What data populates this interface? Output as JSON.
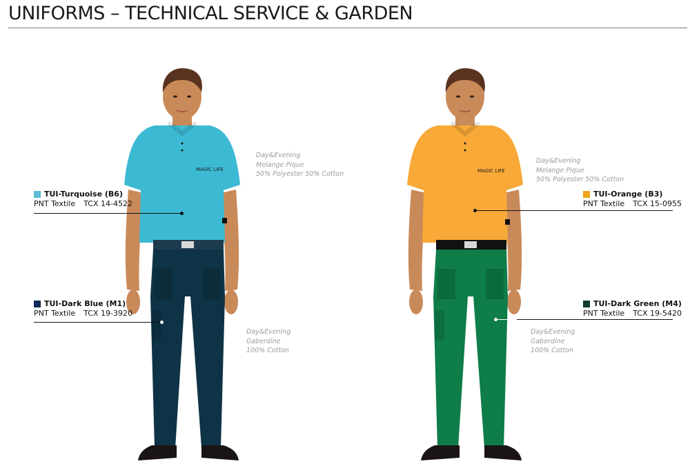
{
  "title": "UNIFORMS – TECHNICAL SERVICE & GARDEN",
  "figures": [
    {
      "shirt_logo": "MAGIC LIFE",
      "shirt_color": "#3dbad3",
      "pants_color": "#0f3346",
      "belt_color": "#1e3a4f",
      "top_fabric": [
        "Day&Evening",
        "Melange Pique",
        "50% Polyester 50% Cotton"
      ],
      "bottom_fabric": [
        "Day&Evening",
        "Gaberdine",
        "100% Cotton"
      ],
      "top_spec": {
        "name": "TUI-Turquoise (B6)",
        "supplier": "PNT Textile",
        "code": "TCX 14-4522",
        "swatch": "#5bbcd6"
      },
      "bottom_spec": {
        "name": "TUI-Dark Blue (M1)",
        "supplier": "PNT Textile",
        "code": "TCX 19-3920",
        "swatch": "#0d2b55"
      }
    },
    {
      "shirt_logo": "MAGIC LIFE",
      "shirt_color": "#f8a937",
      "pants_color": "#0e7d48",
      "belt_color": "#111111",
      "top_fabric": [
        "Day&Evening",
        "Melange Pique",
        "50% Polyester 50% Cotton"
      ],
      "bottom_fabric": [
        "Day&Evening",
        "Gaberdine",
        "100% Cotton"
      ],
      "top_spec": {
        "name": "TUI-Orange (B3)",
        "supplier": "PNT Textile",
        "code": "TCX 15-0955",
        "swatch": "#f0a41c"
      },
      "bottom_spec": {
        "name": "TUI-Dark Green (M4)",
        "supplier": "PNT Textile",
        "code": "TCX 19-5420",
        "swatch": "#0c3d2c"
      }
    }
  ]
}
